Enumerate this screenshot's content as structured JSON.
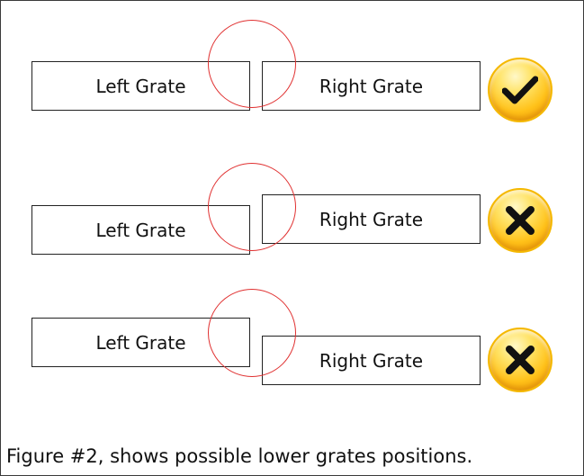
{
  "rows": [
    {
      "left_label": "Left Grate",
      "right_label": "Right Grate",
      "status_icon": "check-icon"
    },
    {
      "left_label": "Left Grate",
      "right_label": "Right Grate",
      "status_icon": "cross-icon"
    },
    {
      "left_label": "Left Grate",
      "right_label": "Right Grate",
      "status_icon": "cross-icon"
    }
  ],
  "caption": "Figure #2, shows possible lower grates positions.",
  "colors": {
    "ring": "#e03030",
    "badge": "#ffc21a",
    "mark": "#111111"
  }
}
